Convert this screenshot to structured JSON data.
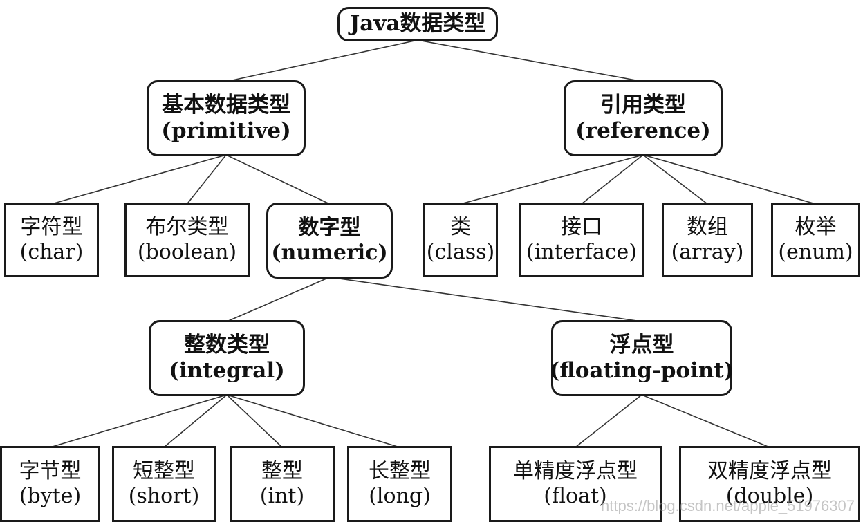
{
  "diagram": {
    "root": {
      "label": "Java数据类型"
    },
    "primitive": {
      "zh": "基本数据类型",
      "en": "(primitive)"
    },
    "reference": {
      "zh": "引用类型",
      "en": "(reference)"
    },
    "char": {
      "zh": "字符型",
      "en": "(char)"
    },
    "boolean": {
      "zh": "布尔类型",
      "en": "(boolean)"
    },
    "numeric": {
      "zh": "数字型",
      "en": "(numeric)"
    },
    "class": {
      "zh": "类",
      "en": "(class)"
    },
    "interface": {
      "zh": "接口",
      "en": "(interface)"
    },
    "array": {
      "zh": "数组",
      "en": "(array)"
    },
    "enum": {
      "zh": "枚举",
      "en": "(enum)"
    },
    "integral": {
      "zh": "整数类型",
      "en": "(integral)"
    },
    "floating": {
      "zh": "浮点型",
      "en": "(floating-point)"
    },
    "byte": {
      "zh": "字节型",
      "en": "(byte)"
    },
    "short": {
      "zh": "短整型",
      "en": "(short)"
    },
    "int": {
      "zh": "整型",
      "en": "(int)"
    },
    "long": {
      "zh": "长整型",
      "en": "(long)"
    },
    "float": {
      "zh": "单精度浮点型",
      "en": "(float)"
    },
    "double": {
      "zh": "双精度浮点型",
      "en": "(double)"
    },
    "edges": [
      [
        "root",
        "primitive"
      ],
      [
        "root",
        "reference"
      ],
      [
        "primitive",
        "char"
      ],
      [
        "primitive",
        "boolean"
      ],
      [
        "primitive",
        "numeric"
      ],
      [
        "reference",
        "class"
      ],
      [
        "reference",
        "interface"
      ],
      [
        "reference",
        "array"
      ],
      [
        "reference",
        "enum"
      ],
      [
        "numeric",
        "integral"
      ],
      [
        "numeric",
        "floating"
      ],
      [
        "integral",
        "byte"
      ],
      [
        "integral",
        "short"
      ],
      [
        "integral",
        "int"
      ],
      [
        "integral",
        "long"
      ],
      [
        "floating",
        "float"
      ],
      [
        "floating",
        "double"
      ]
    ]
  },
  "watermark": "https://blog.csdn.net/apple_51976307"
}
